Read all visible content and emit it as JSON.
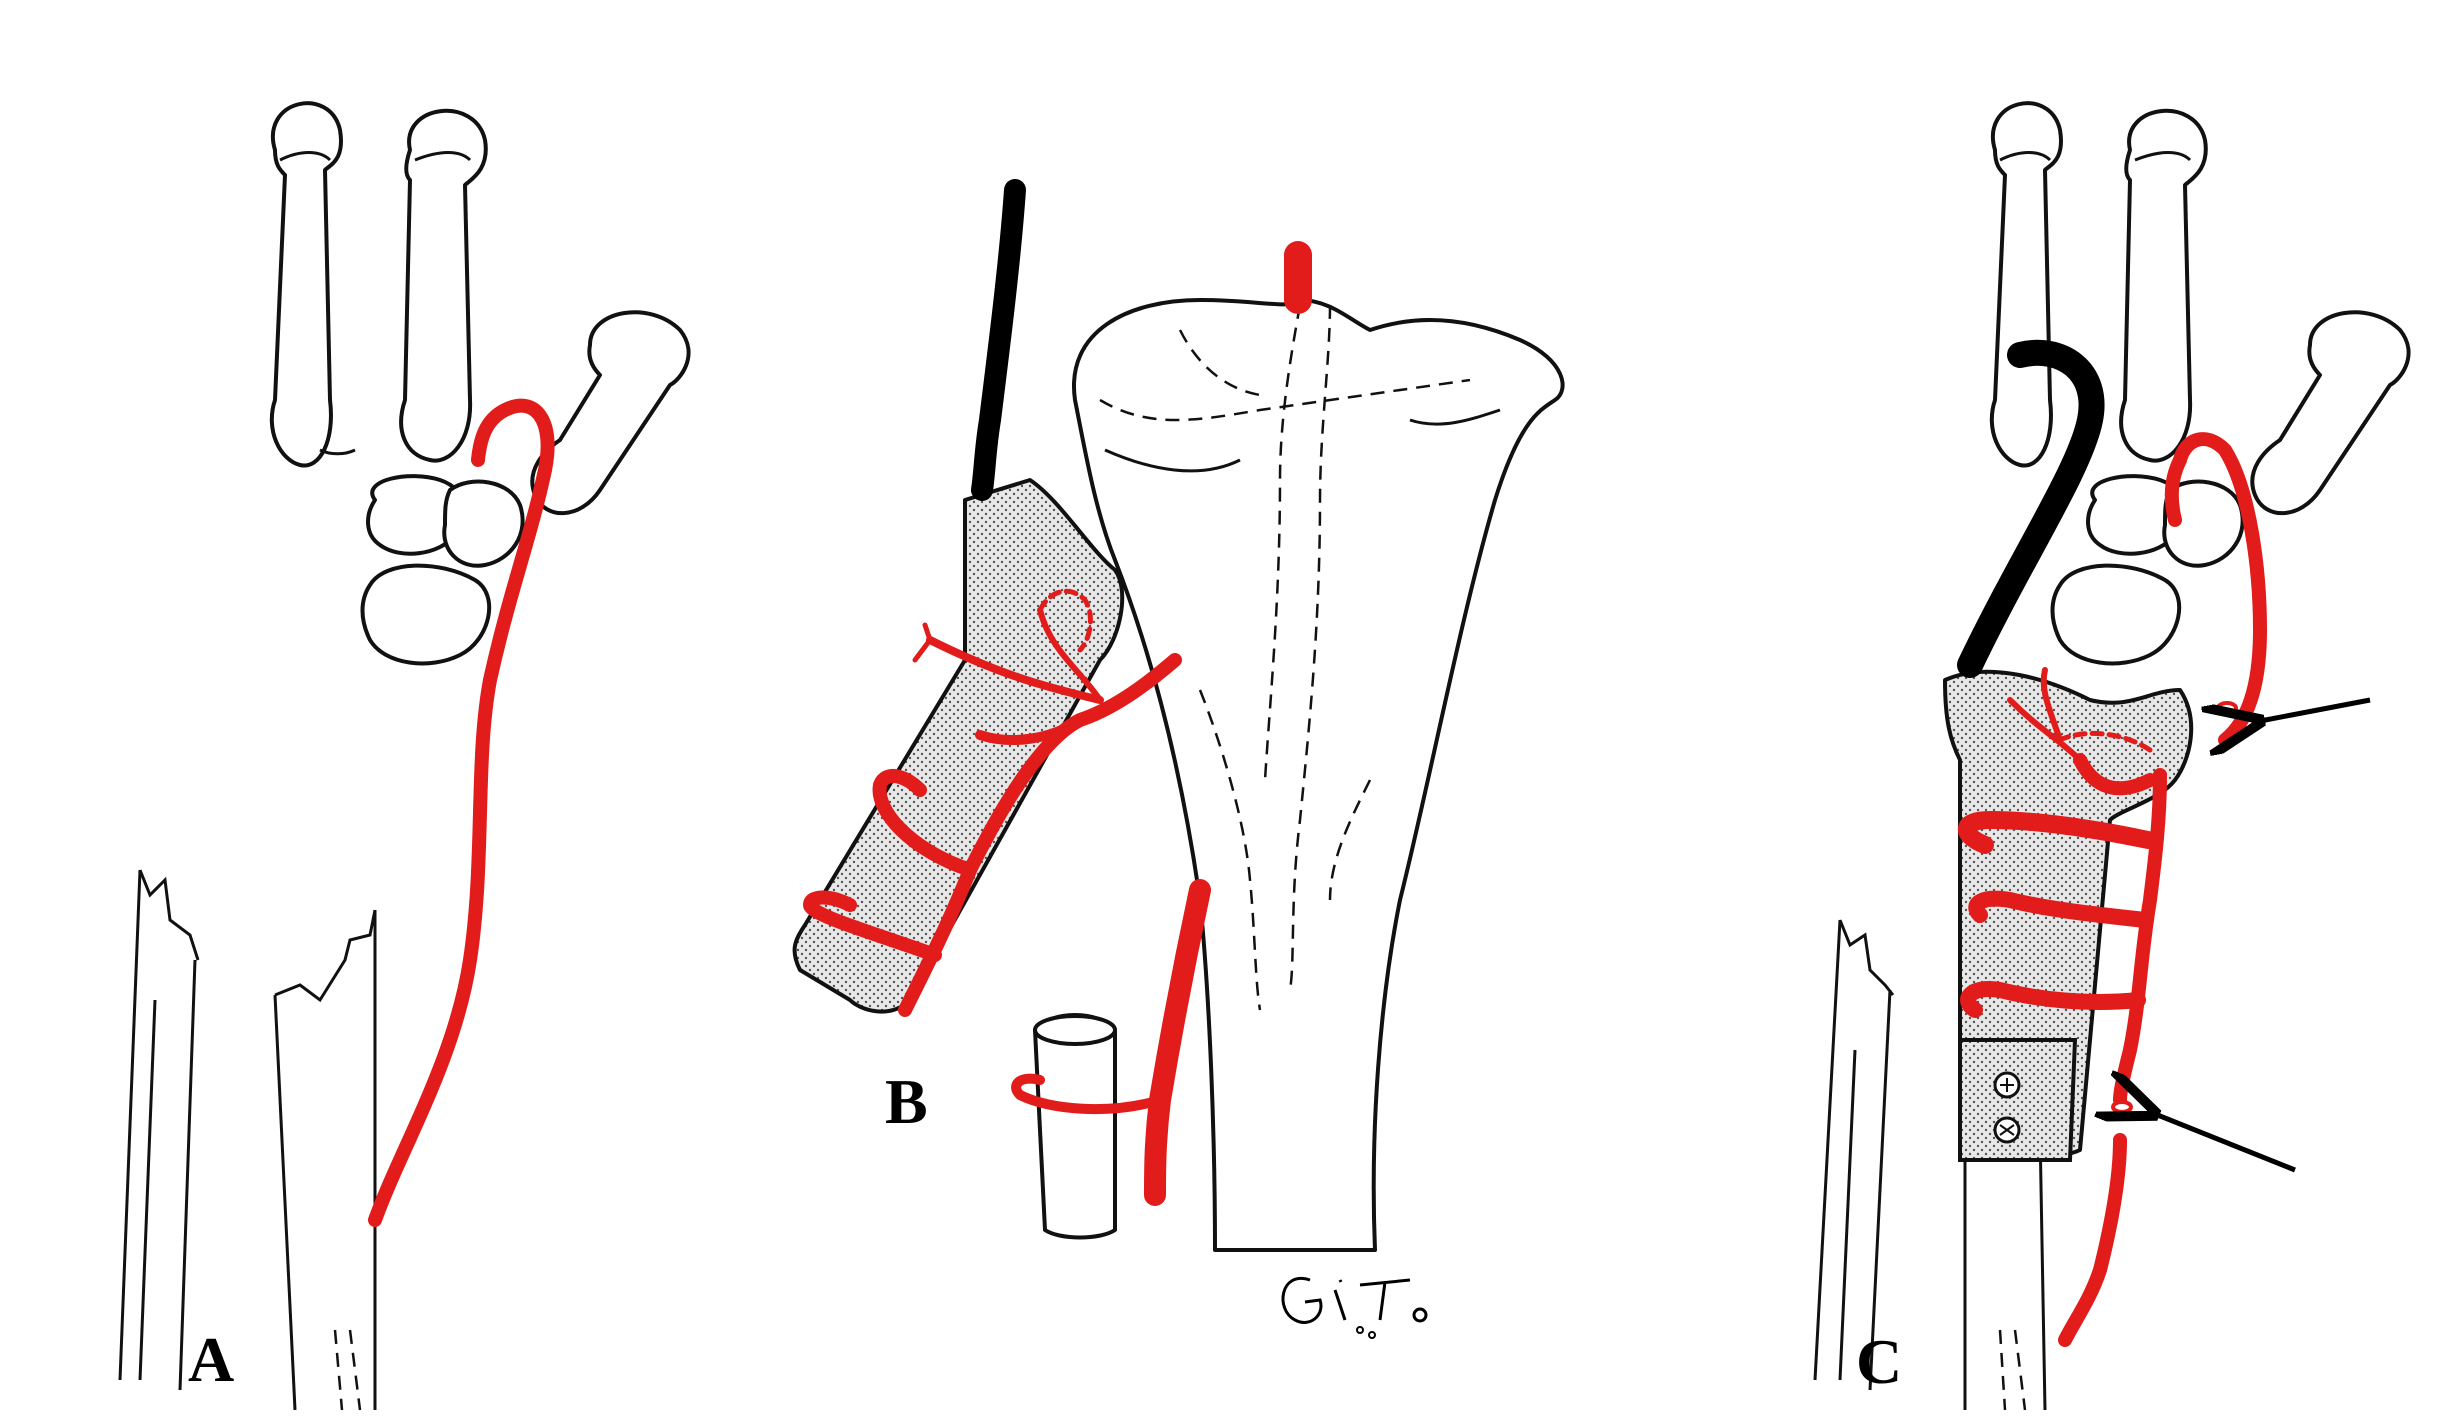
{
  "panels": [
    {
      "label": "A"
    },
    {
      "label": "B"
    },
    {
      "label": "C"
    }
  ],
  "signature": "GiTo",
  "colors": {
    "vessel": "#e21b1b",
    "outline": "#111111",
    "stump": "#000000",
    "background": "#ffffff"
  }
}
